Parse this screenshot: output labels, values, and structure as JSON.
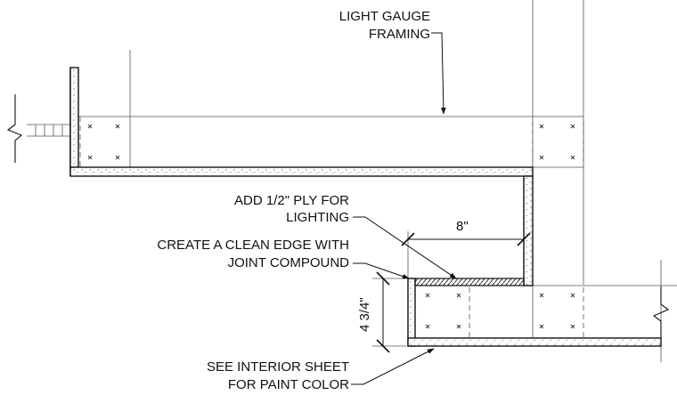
{
  "notes": {
    "framing_line1": "LIGHT GAUGE",
    "framing_line2": "FRAMING",
    "ply_line1": "ADD 1/2\" PLY FOR",
    "ply_line2": "LIGHTING",
    "edge_line1": "CREATE A CLEAN EDGE WITH",
    "edge_line2": "JOINT COMPOUND",
    "paint_line1": "SEE INTERIOR SHEET",
    "paint_line2": "FOR PAINT COLOR"
  },
  "dimensions": {
    "horizontal": "8\"",
    "vertical": "4 3/4\""
  }
}
